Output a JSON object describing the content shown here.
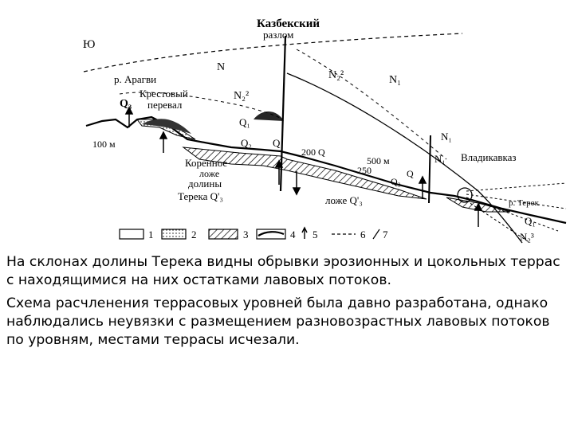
{
  "figure": {
    "labels": {
      "fault_line1": "Казбекский",
      "fault_line2": "разлом",
      "top_left": "Ю",
      "aragvi": "р. Арагви",
      "pass_line1": "Крестовый",
      "pass_line2": "перевал",
      "q3_left": "Q₃",
      "m100": "100 м",
      "n_top": "N",
      "n2_upper": "N₂²",
      "n1_right": "N₁",
      "n2_mid": "N₂²",
      "q1_a": "Q₁",
      "q2": "Q₂",
      "q_mid": "Q",
      "terrace200": "200 Q",
      "terrace500": "500 м",
      "terrace250": "250",
      "q_low": "Q",
      "q3_small": "Q₃",
      "bed_line1": "Коренное",
      "bed_line2": "ложе",
      "bed_line3": "долины",
      "bed_line4": "Терека Q'₃",
      "bed2": "ложе Q'₃",
      "n_right_top": "N₁",
      "n_right_mid": "N₁",
      "vladikavkaz": "Владикавказ",
      "terek": "р. Терек",
      "q1_right": "Q₁",
      "n2_bottom": "N₂³"
    },
    "legend": [
      "1",
      "2",
      "3",
      "4",
      "5",
      "6",
      "7"
    ]
  },
  "caption": {
    "paragraph1": "На склонах долины Терека видны обрывки эрозионных и цокольных террас с находящимися на них остатками лавовых потоков.",
    "paragraph2": "Схема расчленения террасовых уровней была давно разработана, однако наблюдались неувязки с размещением разновозрастных лавовых потоков по уровням, местами террасы исчезали."
  }
}
